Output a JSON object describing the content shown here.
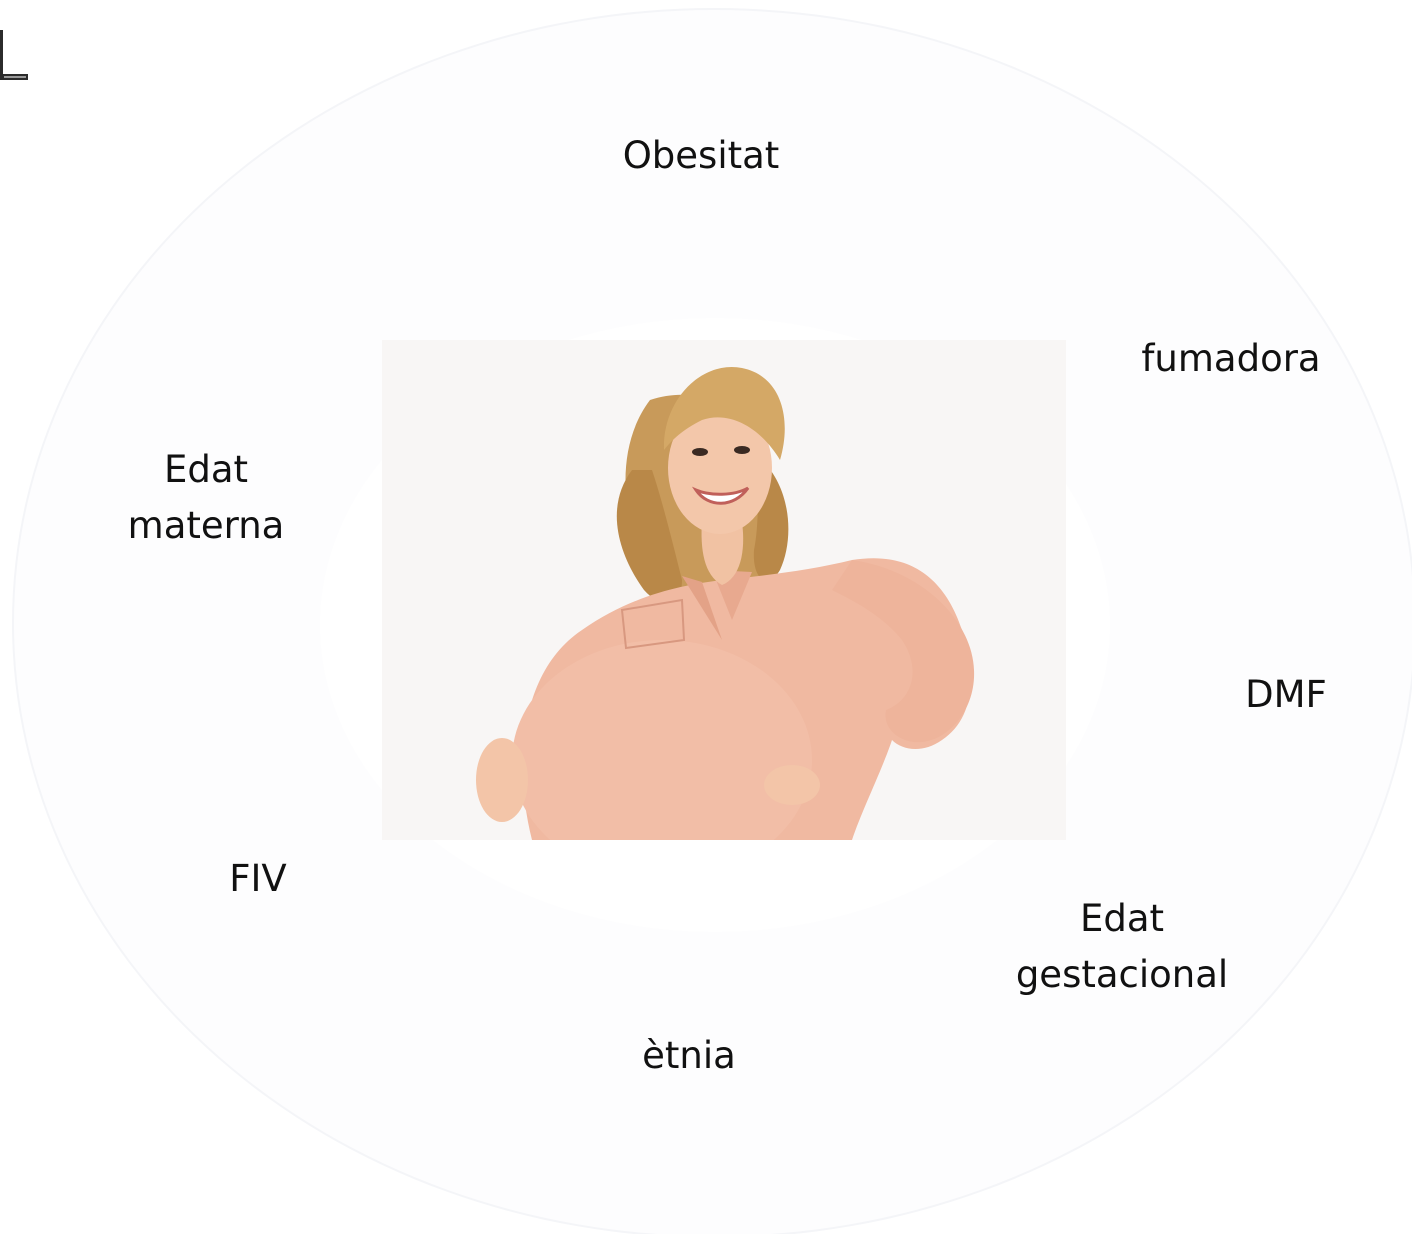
{
  "diagram": {
    "factors": {
      "obesitat": "Obesitat",
      "fumadora": "fumadora",
      "edat_materna": [
        "Edat",
        "materna"
      ],
      "dmf": "DMF",
      "fiv": "FIV",
      "edat_gestacional": [
        "Edat",
        "gestacional"
      ],
      "etnia": "ètnia"
    },
    "colors": {
      "ring": "#fdfdfe",
      "ring_edge": "#f4f5f8",
      "label_text": "#111111"
    },
    "center_image": "pregnant-woman-photo"
  }
}
